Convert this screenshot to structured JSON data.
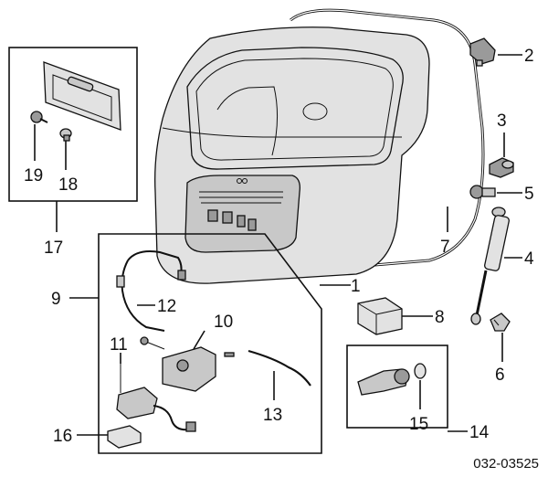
{
  "diagram": {
    "callouts": [
      {
        "id": "c1",
        "label": "1"
      },
      {
        "id": "c2",
        "label": "2"
      },
      {
        "id": "c3",
        "label": "3"
      },
      {
        "id": "c4",
        "label": "4"
      },
      {
        "id": "c5",
        "label": "5"
      },
      {
        "id": "c6",
        "label": "6"
      },
      {
        "id": "c7",
        "label": "7"
      },
      {
        "id": "c8",
        "label": "8"
      },
      {
        "id": "c9",
        "label": "9"
      },
      {
        "id": "c10",
        "label": "10"
      },
      {
        "id": "c11",
        "label": "11"
      },
      {
        "id": "c12",
        "label": "12"
      },
      {
        "id": "c13",
        "label": "13"
      },
      {
        "id": "c14",
        "label": "14"
      },
      {
        "id": "c15",
        "label": "15"
      },
      {
        "id": "c16",
        "label": "16"
      },
      {
        "id": "c17",
        "label": "17"
      },
      {
        "id": "c18",
        "label": "18"
      },
      {
        "id": "c19",
        "label": "19"
      }
    ],
    "reference_code": "032-03525"
  }
}
